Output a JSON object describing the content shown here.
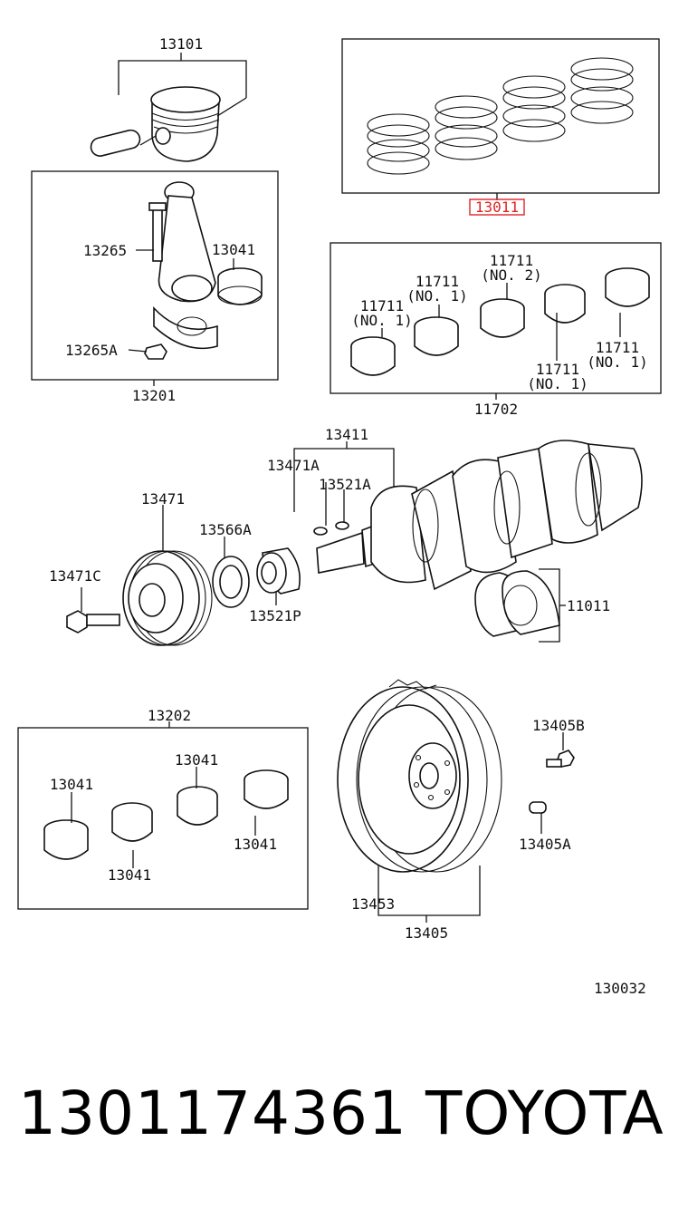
{
  "diagram": {
    "labels": {
      "l_13101": "13101",
      "l_13011": "13011",
      "l_13265": "13265",
      "l_13041_a": "13041",
      "l_13265A": "13265A",
      "l_13201": "13201",
      "l_11711_a1": "11711",
      "l_11711_a2": "(NO. 1)",
      "l_11711_b1": "11711",
      "l_11711_b2": "(NO. 1)",
      "l_11711_c1": "11711",
      "l_11711_c2": "(NO. 2)",
      "l_11711_d1": "11711",
      "l_11711_d2": "(NO. 1)",
      "l_11711_e1": "11711",
      "l_11711_e2": "(NO. 1)",
      "l_11702": "11702",
      "l_13411": "13411",
      "l_13471A": "13471A",
      "l_13521A": "13521A",
      "l_13471": "13471",
      "l_13566A": "13566A",
      "l_13471C": "13471C",
      "l_13521P": "13521P",
      "l_11011": "11011",
      "l_13202": "13202",
      "l_13041_b": "13041",
      "l_13041_c": "13041",
      "l_13041_d": "13041",
      "l_13041_e": "13041",
      "l_13405B": "13405B",
      "l_13405A": "13405A",
      "l_13453": "13453",
      "l_13405": "13405",
      "l_130032": "130032"
    },
    "highlight_color": "#e02424"
  },
  "footer": {
    "part_number": "1301174361",
    "brand": "TOYOTA"
  }
}
